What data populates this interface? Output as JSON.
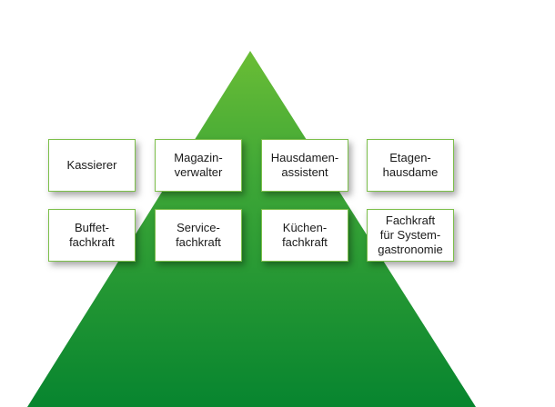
{
  "colors": {
    "pyramid_top": "#5cb431",
    "pyramid_bottom": "#0a8a32",
    "box_border": "#7cbf4a"
  },
  "boxes": [
    {
      "id": "kassierer",
      "label": "Kassierer"
    },
    {
      "id": "magazinverwalter",
      "label": "Magazin-\nverwalter"
    },
    {
      "id": "hausdamenassistent",
      "label": "Hausdamen-\nassistent"
    },
    {
      "id": "etagenhausdame",
      "label": "Etagen-\nhausdame"
    },
    {
      "id": "buffetfachkraft",
      "label": "Buffet-\nfachkraft"
    },
    {
      "id": "servicefachkraft",
      "label": "Service-\nfachkraft"
    },
    {
      "id": "kuechenfachkraft",
      "label": "Küchen-\nfachkraft"
    },
    {
      "id": "fachkraft-systemgastronomie",
      "label": "Fachkraft\nfür System-\ngastronomie"
    }
  ]
}
